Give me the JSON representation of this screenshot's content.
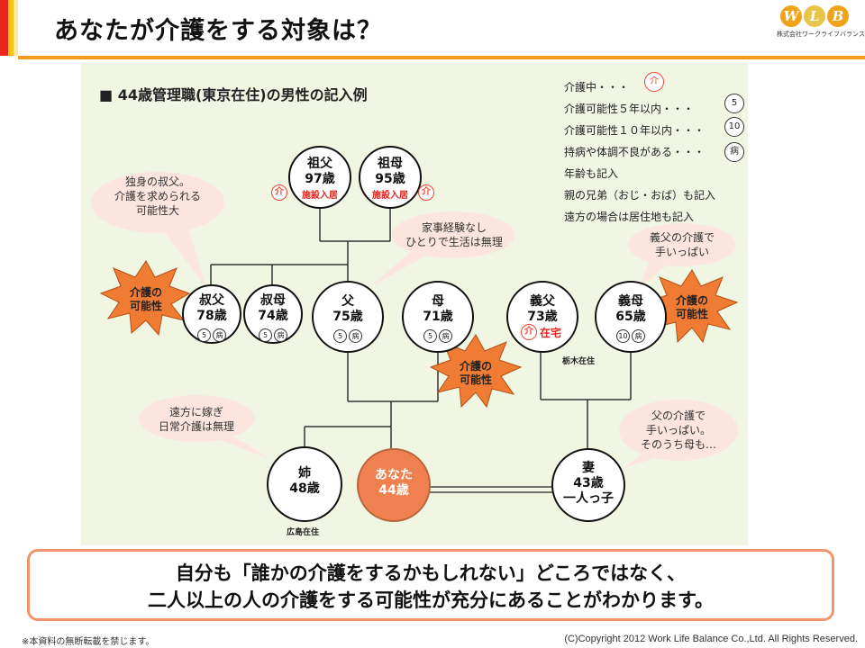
{
  "title": "あなたが介護をする対象は？",
  "logo": {
    "letters": [
      "W",
      "L",
      "B"
    ],
    "company": "株式会社ワークライフバランス"
  },
  "panel": {
    "heading": "■ 44歳管理職(東京在住)の男性の記入例"
  },
  "legend": [
    {
      "text": "介護中・・・",
      "badge": "介"
    },
    {
      "text": "介護可能性５年以内・・・",
      "badge": "5"
    },
    {
      "text": "介護可能性１０年以内・・・",
      "badge": "10"
    },
    {
      "text": "持病や体調不良がある・・・",
      "badge": "病"
    },
    {
      "text": "年齢も記入",
      "badge": ""
    },
    {
      "text": "親の兄弟（おじ・おば）も記入",
      "badge": ""
    },
    {
      "text": "遠方の場合は居住地も記入",
      "badge": ""
    }
  ],
  "persons": {
    "grandfather": {
      "name": "祖父",
      "age": "97歳",
      "tag": "施設入居",
      "kai": "介"
    },
    "grandmother": {
      "name": "祖母",
      "age": "95歳",
      "tag": "施設入居",
      "kai": "介"
    },
    "uncle": {
      "name": "叔父",
      "age": "78歳",
      "b1": "5",
      "b2": "病"
    },
    "aunt": {
      "name": "叔母",
      "age": "74歳",
      "b1": "5",
      "b2": "病"
    },
    "father": {
      "name": "父",
      "age": "75歳",
      "b1": "5",
      "b2": "病"
    },
    "mother": {
      "name": "母",
      "age": "71歳",
      "b1": "5",
      "b2": "病"
    },
    "father_in_law": {
      "name": "義父",
      "age": "73歳",
      "tag": "在宅",
      "kai": "介"
    },
    "mother_in_law": {
      "name": "義母",
      "age": "65歳",
      "b1": "10",
      "b2": "病"
    },
    "sister": {
      "name": "姉",
      "age": "48歳"
    },
    "you": {
      "name": "あなた",
      "age": "44歳"
    },
    "wife": {
      "name": "妻",
      "age": "43歳",
      "note": "一人っ子"
    }
  },
  "locations": {
    "in_law": "栃木在住",
    "sister": "広島在住"
  },
  "bubbles": {
    "uncle": [
      "独身の叔父。",
      "介護を求められる",
      "可能性大"
    ],
    "father": [
      "家事経験なし",
      "ひとりで生活は無理"
    ],
    "in_law": [
      "義父の介護で",
      "手いっぱい"
    ],
    "sister": [
      "遠方に嫁ぎ",
      "日常介護は無理"
    ],
    "wife": [
      "父の介護で",
      "手いっぱい。",
      "そのうち母も…"
    ]
  },
  "bursts": {
    "left": [
      "介護の",
      "可能性"
    ],
    "center": [
      "介護の",
      "可能性"
    ],
    "right": [
      "介護の",
      "可能性"
    ]
  },
  "bottom": {
    "line1": "自分も「誰かの介護をするかもしれない」どころではなく、",
    "line2": "二人以上の人の介護をする可能性が充分にあることがわかります。"
  },
  "footer": {
    "left": "※本資料の無断転載を禁じます。",
    "right": "(C)Copyright 2012  Work Life Balance Co.,Ltd. All Rights Reserved."
  }
}
